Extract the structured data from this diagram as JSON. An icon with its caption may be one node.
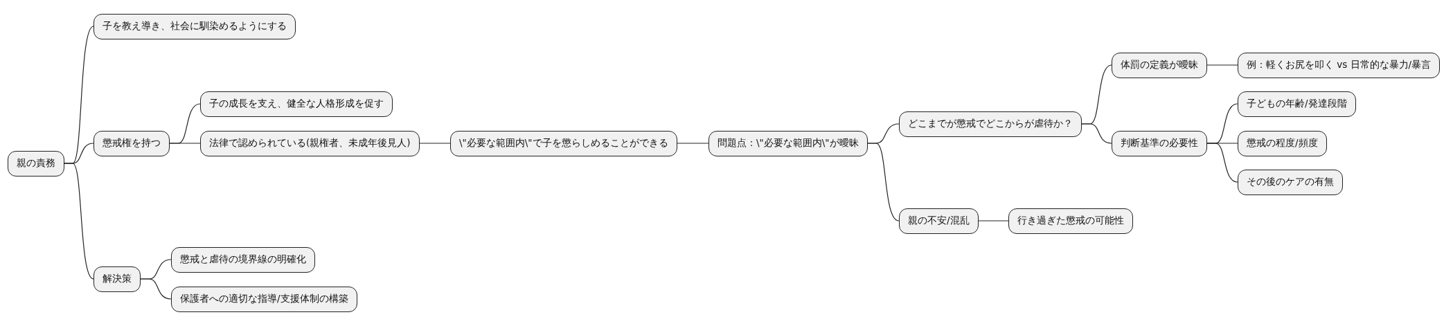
{
  "diagram": {
    "nodes": [
      {
        "text": [
          "親の責務"
        ]
      },
      {
        "text": [
          "子を教え導き、社会に馴染めるようにする"
        ]
      },
      {
        "text": [
          "懲戒権を持つ"
        ]
      },
      {
        "text": [
          "子の成長を支え、健全な人格形成を促す"
        ]
      },
      {
        "text": [
          "法律で認められている(親権者、未成年後見人)"
        ]
      },
      {
        "text": [
          "\\\"必要な範囲内\\\"で子を懲らしめることができる"
        ]
      },
      {
        "text": [
          "問題点：\\\"必要な範囲内\\\"が曖昧"
        ]
      },
      {
        "text": [
          "どこまでが懲戒でどこからが虐待か？"
        ]
      },
      {
        "text": [
          "体罰の定義が曖昧"
        ]
      },
      {
        "text": [
          "例：軽くお尻を叩く vs 日常的な暴力/暴言"
        ]
      },
      {
        "text": [
          "判断基準の必要性"
        ]
      },
      {
        "text": [
          "子どもの年齢/発達段階"
        ]
      },
      {
        "text": [
          "懲戒の程度/頻度"
        ]
      },
      {
        "text": [
          "その後のケアの有無"
        ]
      },
      {
        "text": [
          "親の不安/混乱"
        ]
      },
      {
        "text": [
          "行き過ぎた懲戒の可能性"
        ]
      },
      {
        "text": [
          "解決策"
        ]
      },
      {
        "text": [
          "懲戒と虐待の境界線の明確化"
        ]
      },
      {
        "text": [
          "保護者への適切な指導/支援体制の構築"
        ]
      }
    ],
    "edges": [
      {
        "from": 0,
        "to": 1,
        "arrow": "none"
      },
      {
        "from": 0,
        "to": 2,
        "arrow": "none"
      },
      {
        "from": 2,
        "to": 3,
        "arrow": "none"
      },
      {
        "from": 2,
        "to": 4,
        "arrow": "none"
      },
      {
        "from": 4,
        "to": 5,
        "arrow": "none"
      },
      {
        "from": 5,
        "to": 6,
        "arrow": "none"
      },
      {
        "from": 6,
        "to": 7,
        "arrow": "none"
      },
      {
        "from": 7,
        "to": 8,
        "arrow": "none"
      },
      {
        "from": 8,
        "to": 9,
        "arrow": "none"
      },
      {
        "from": 7,
        "to": 10,
        "arrow": "none"
      },
      {
        "from": 10,
        "to": 11,
        "arrow": "none"
      },
      {
        "from": 10,
        "to": 12,
        "arrow": "none"
      },
      {
        "from": 10,
        "to": 13,
        "arrow": "none"
      },
      {
        "from": 6,
        "to": 14,
        "arrow": "none"
      },
      {
        "from": 14,
        "to": 15,
        "arrow": "none"
      },
      {
        "from": 0,
        "to": 16,
        "arrow": "none"
      },
      {
        "from": 16,
        "to": 17,
        "arrow": "none"
      },
      {
        "from": 16,
        "to": 18,
        "arrow": "none"
      }
    ]
  }
}
